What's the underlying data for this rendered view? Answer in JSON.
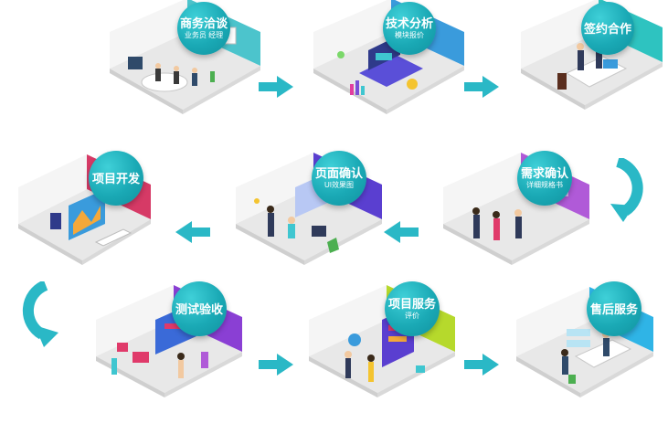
{
  "colors": {
    "accent": "#1fb5c0",
    "arrow": "#2ab8c6",
    "floor": "#e6e6e6",
    "wall_left": "#f4f4f4"
  },
  "steps": [
    {
      "title": "商务洽谈",
      "subtitle": "业务员 经理",
      "wall_color": "#4cc4cc",
      "icon": "meeting-room"
    },
    {
      "title": "技术分析",
      "subtitle": "模块报价",
      "wall_color": "#3a9bdc",
      "icon": "analysis-room"
    },
    {
      "title": "签约合作",
      "subtitle": "",
      "wall_color": "#2ec3c0",
      "icon": "contract-room"
    },
    {
      "title": "需求确认",
      "subtitle": "详细规格书",
      "wall_color": "#b05ad8",
      "icon": "requirement-room"
    },
    {
      "title": "页面确认",
      "subtitle": "UI效果图",
      "wall_color": "#5a3fd0",
      "icon": "page-design-room"
    },
    {
      "title": "项目开发",
      "subtitle": "",
      "wall_color": "#d63a66",
      "icon": "development-room"
    },
    {
      "title": "测试验收",
      "subtitle": "",
      "wall_color": "#8a3fd4",
      "icon": "testing-room"
    },
    {
      "title": "项目服务",
      "subtitle": "评价",
      "wall_color": "#b6d92c",
      "icon": "service-room"
    },
    {
      "title": "售后服务",
      "subtitle": "",
      "wall_color": "#2fb4e6",
      "icon": "aftersales-room"
    }
  ]
}
